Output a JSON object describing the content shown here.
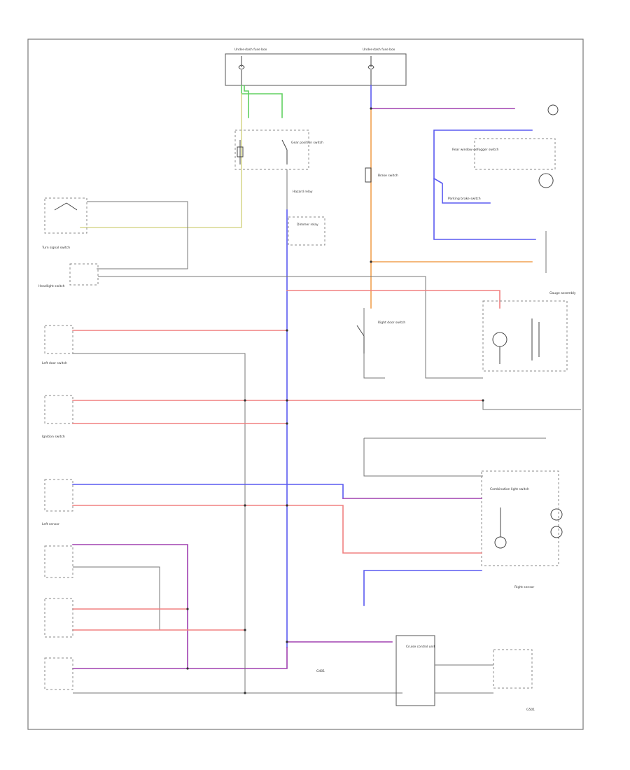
{
  "colors": {
    "red": "#f08080",
    "blue": "#5a5af0",
    "violet": "#a040b0",
    "orange": "#f0a050",
    "green": "#60d060",
    "yellow": "#d8d890",
    "gray": "#666666"
  },
  "labels": {
    "fuse_box_left": "Under-dash fuse box",
    "fuse_box_right": "Under-dash fuse box",
    "gear_position_switch": "Gear position switch",
    "hazard_relay": "Hazard relay",
    "turn_signal_switch": "Turn signal switch",
    "headlight_switch": "Headlight switch",
    "dimmer_relay": "Dimmer relay",
    "rear_window_defogger_switch": "Rear window defogger switch",
    "brake_switch": "Brake switch",
    "parking_brake_switch": "Parking brake switch",
    "left_door_switch": "Left door switch",
    "right_door_switch": "Right door switch",
    "ignition_switch": "Ignition switch",
    "gauge_assembly": "Gauge assembly",
    "combination_light_switch": "Combination light switch",
    "sensor_left": "Left sensor",
    "sensor_right": "Right sensor",
    "cruise_control_unit": "Cruise control unit",
    "ground_g401": "G401",
    "ground_g501": "G501"
  }
}
